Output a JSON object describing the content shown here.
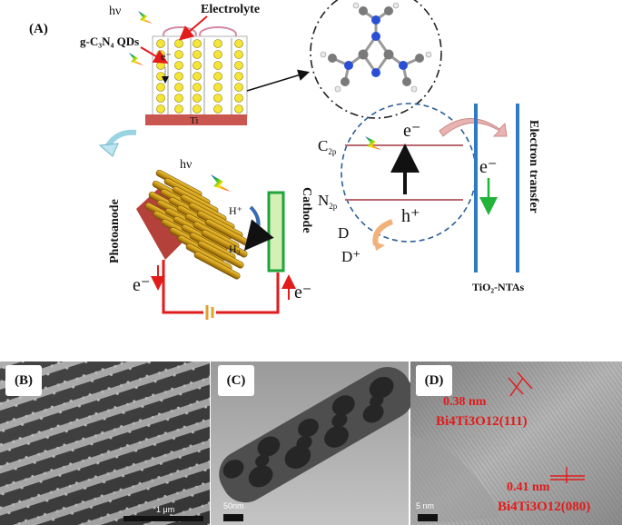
{
  "panelA": {
    "label": "(A)",
    "hv_top": "hν",
    "electrolyte": "Electrolyte",
    "qds": "g-C₃N₄ QDs",
    "e_top": "e⁻",
    "ti": "Ti",
    "hv_mid": "hν",
    "photoanode": "Photoanode",
    "cathode": "Cathode",
    "h_plus": "H⁺",
    "h2": "H₂",
    "e_left": "e⁻",
    "e_right": "e⁻",
    "c2p": "C",
    "c2p_sub": "2p",
    "n2p": "N",
    "n2p_sub": "2p",
    "e_cb": "e⁻",
    "h_vb": "h⁺",
    "d": "D",
    "d_plus": "D⁺",
    "e_transfer": "e⁻",
    "electron_transfer": "Electron transfer",
    "tio2": "TiO₂-NTAs"
  },
  "panelB": {
    "label": "(B)",
    "scale": "1 μm"
  },
  "panelC": {
    "label": "(C)",
    "scale": "50nm"
  },
  "panelD": {
    "label": "(D)",
    "scale": "5 nm",
    "d1": "0.38 nm",
    "phase1": "Bi4Ti3O12(111)",
    "d2": "0.41 nm",
    "phase2": "Bi4Ti3O12(080)"
  }
}
